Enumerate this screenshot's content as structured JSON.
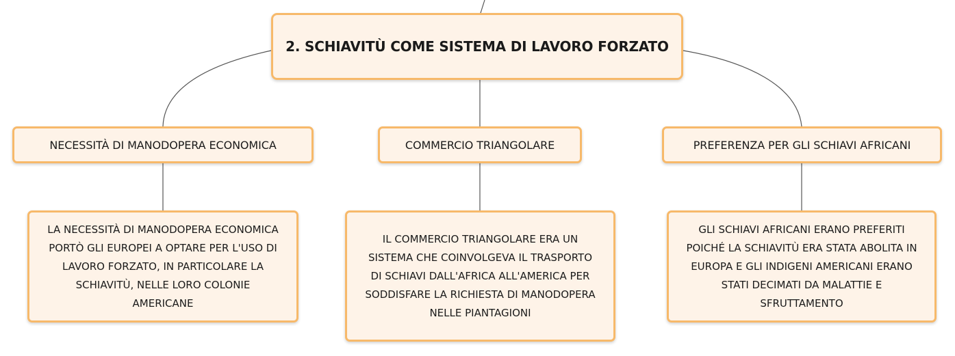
{
  "diagram": {
    "root": {
      "label": "2. SCHIAVITÙ COME SISTEMA DI LAVORO FORZATO"
    },
    "branches": [
      {
        "label": "NECESSITÀ DI MANODOPERA ECONOMICA",
        "detail_lines": [
          "LA NECESSITÀ DI MANODOPERA ECONOMICA",
          "PORTÒ GLI EUROPEI A OPTARE PER L'USO DI",
          "LAVORO FORZATO, IN PARTICOLARE LA",
          "SCHIAVITÙ, NELLE LORO COLONIE",
          "AMERICANE"
        ]
      },
      {
        "label": "COMMERCIO TRIANGOLARE",
        "detail_lines": [
          "IL COMMERCIO TRIANGOLARE ERA UN",
          "SISTEMA CHE COINVOLGEVA IL TRASPORTO",
          "DI SCHIAVI DALL'AFRICA ALL'AMERICA PER",
          "SODDISFARE LA RICHIESTA DI MANODOPERA",
          "NELLE PIANTAGIONI"
        ]
      },
      {
        "label": "PREFERENZA PER GLI SCHIAVI AFRICANI",
        "detail_lines": [
          "GLI SCHIAVI AFRICANI ERANO PREFERITI",
          "POICHÉ LA SCHIAVITÙ ERA STATA ABOLITA IN",
          "EUROPA E GLI INDIGENI AMERICANI ERANO",
          "STATI DECIMATI DA MALATTIE E",
          "SFRUTTAMENTO"
        ]
      }
    ]
  },
  "colors": {
    "node_fill": "#fef3e8",
    "node_border": "#f7b96a",
    "connector": "#555555",
    "text": "#1a1a1a"
  }
}
